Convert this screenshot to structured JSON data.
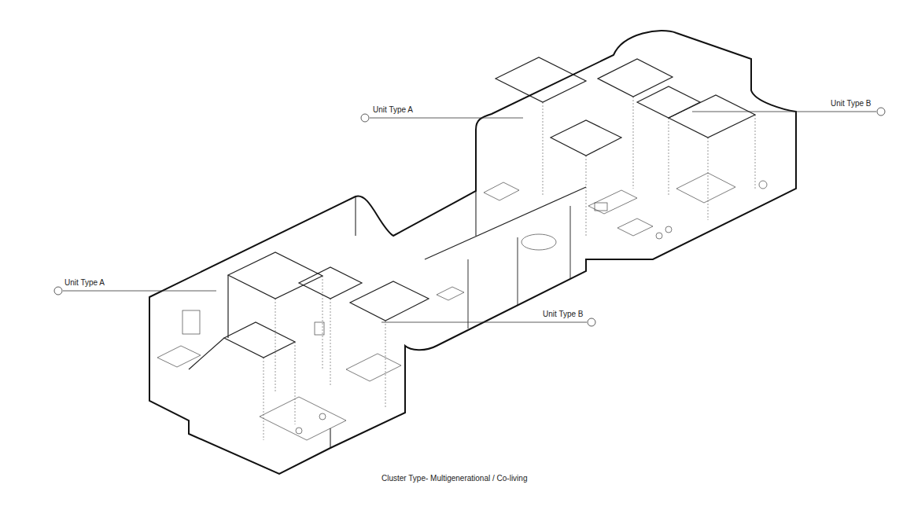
{
  "diagram": {
    "caption": "Cluster Type- Multigenerational / Co-living",
    "labels": [
      "Unit Type A",
      "Unit Type B",
      "Unit Type A",
      "Unit Type B"
    ]
  }
}
